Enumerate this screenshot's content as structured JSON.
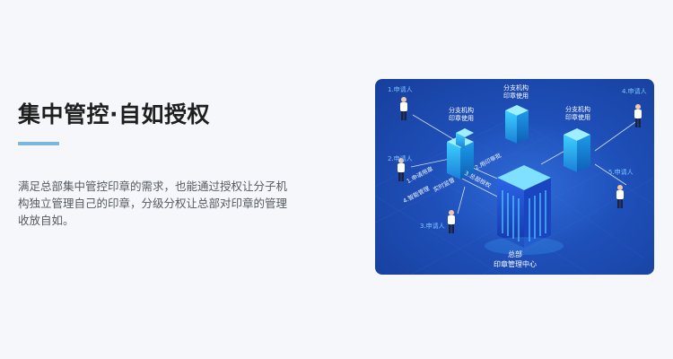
{
  "heading": "集中管控·自如授权",
  "description": "满足总部集中管控印章的需求，也能通过授权让分子机构独立管理自己的印章，分级分权让总部对印章的管理收放自如。",
  "illustration": {
    "applicants": [
      "1.申请人",
      "2.申请人",
      "3.申请人",
      "4.申请人",
      "5.申请人"
    ],
    "branch_labels": [
      {
        "line1": "分支机构",
        "line2": "印章使用"
      },
      {
        "line1": "分支机构",
        "line2": "印章使用"
      },
      {
        "line1": "分支机构",
        "line2": "印章使用"
      }
    ],
    "flow_labels": [
      "1.申请用章",
      "2.用印审批",
      "3.总部授权",
      "4.智能管理",
      "实时监督"
    ],
    "hq": {
      "line1": "总部",
      "line2": "印章管理中心"
    }
  },
  "colors": {
    "accent": "#7ab6de",
    "illustration_bg": "#1e4fb8",
    "building": "#2bb8f0",
    "applicant_label": "#7fc3ff"
  }
}
